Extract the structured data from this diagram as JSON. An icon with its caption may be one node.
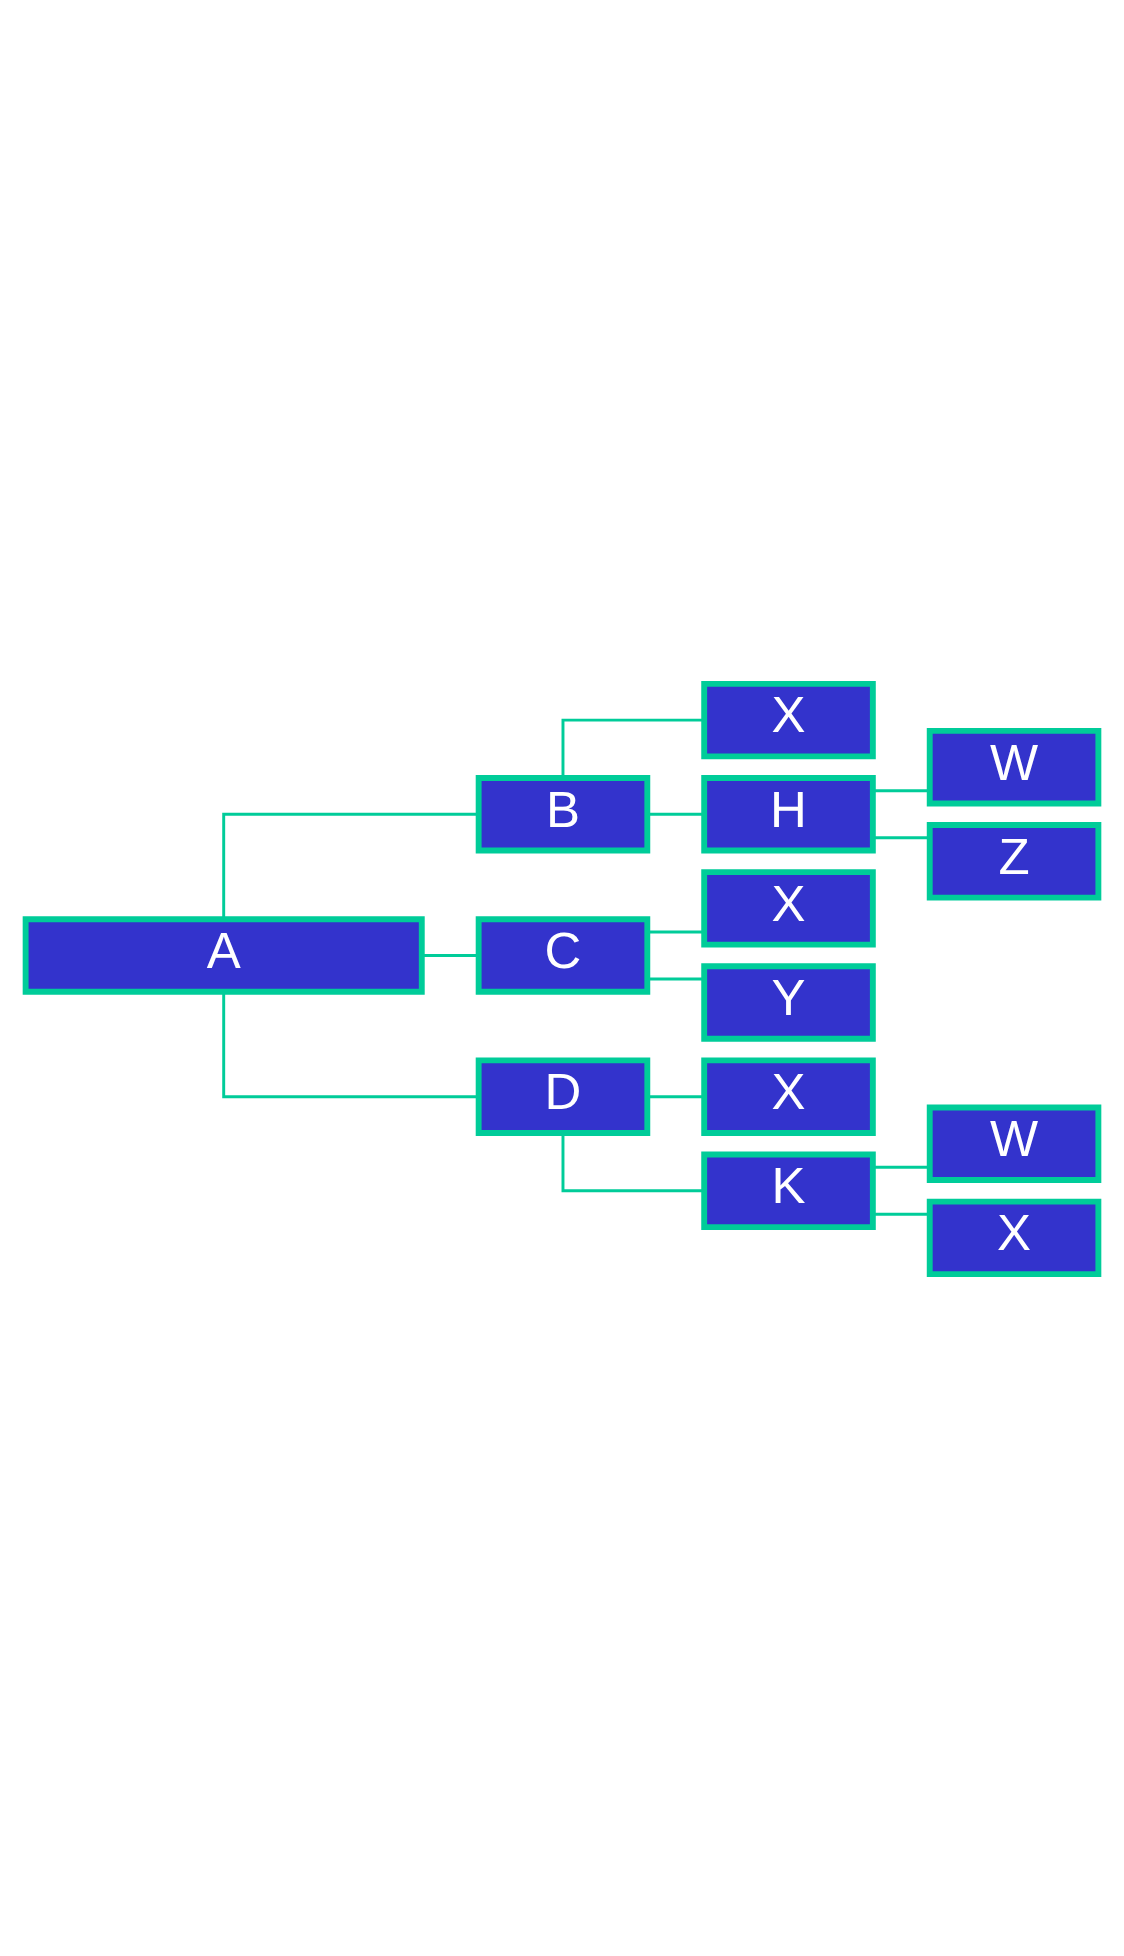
{
  "diagram": {
    "nodes": [
      {
        "text": [
          "A"
        ]
      },
      {
        "text": [
          "B"
        ]
      },
      {
        "text": [
          "X"
        ]
      },
      {
        "text": [
          "H"
        ]
      },
      {
        "text": [
          "W"
        ]
      },
      {
        "text": [
          "Z"
        ]
      },
      {
        "text": [
          "C"
        ]
      },
      {
        "text": [
          "X"
        ]
      },
      {
        "text": [
          "Y"
        ]
      },
      {
        "text": [
          "D"
        ]
      },
      {
        "text": [
          "X"
        ]
      },
      {
        "text": [
          "K"
        ]
      },
      {
        "text": [
          "W"
        ]
      },
      {
        "text": [
          "X"
        ]
      }
    ],
    "edges": [
      {
        "from": 0,
        "to": 1,
        "arrow": "none"
      },
      {
        "from": 1,
        "to": 2,
        "arrow": "none"
      },
      {
        "from": 1,
        "to": 3,
        "arrow": "none"
      },
      {
        "from": 3,
        "to": 4,
        "arrow": "none"
      },
      {
        "from": 3,
        "to": 5,
        "arrow": "none"
      },
      {
        "from": 0,
        "to": 6,
        "arrow": "none"
      },
      {
        "from": 6,
        "to": 7,
        "arrow": "none"
      },
      {
        "from": 6,
        "to": 8,
        "arrow": "none"
      },
      {
        "from": 0,
        "to": 9,
        "arrow": "none"
      },
      {
        "from": 9,
        "to": 10,
        "arrow": "none"
      },
      {
        "from": 9,
        "to": 11,
        "arrow": "none"
      },
      {
        "from": 11,
        "to": 12,
        "arrow": "none"
      },
      {
        "from": 11,
        "to": 13,
        "arrow": "none"
      }
    ]
  }
}
